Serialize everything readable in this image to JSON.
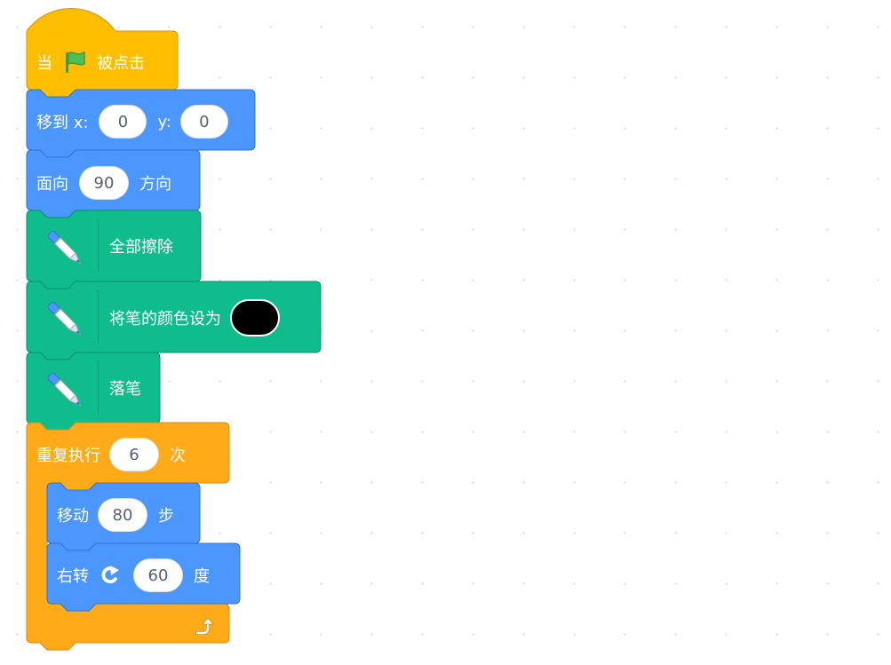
{
  "colors": {
    "events": "#ffbf00",
    "events_edge": "#cc9900",
    "motion": "#4c97ff",
    "motion_edge": "#3373cc",
    "pen": "#0fbd8c",
    "pen_edge": "#0b8e69",
    "control": "#ffab19",
    "control_edge": "#cf8b17",
    "pen_color_value": "#000000"
  },
  "script": {
    "hat": {
      "label_when": "当",
      "icon": "green-flag-icon",
      "label_clicked": "被点击"
    },
    "goto": {
      "label": "移到 x:",
      "x_value": "0",
      "y_label": "y:",
      "y_value": "0"
    },
    "point": {
      "label": "面向",
      "value": "90",
      "label_after": "方向"
    },
    "clear": {
      "icon": "pen-icon",
      "label": "全部擦除"
    },
    "set_color": {
      "icon": "pen-icon",
      "label": "将笔的颜色设为"
    },
    "pen_down": {
      "icon": "pen-icon",
      "label": "落笔"
    },
    "repeat": {
      "label": "重复执行",
      "value": "6",
      "label_after": "次",
      "end_icon": "loop-arrow-icon",
      "body": {
        "move": {
          "label": "移动",
          "value": "80",
          "label_after": "步"
        },
        "turn": {
          "label": "右转",
          "icon": "rotate-right-icon",
          "value": "60",
          "label_after": "度"
        }
      }
    }
  }
}
